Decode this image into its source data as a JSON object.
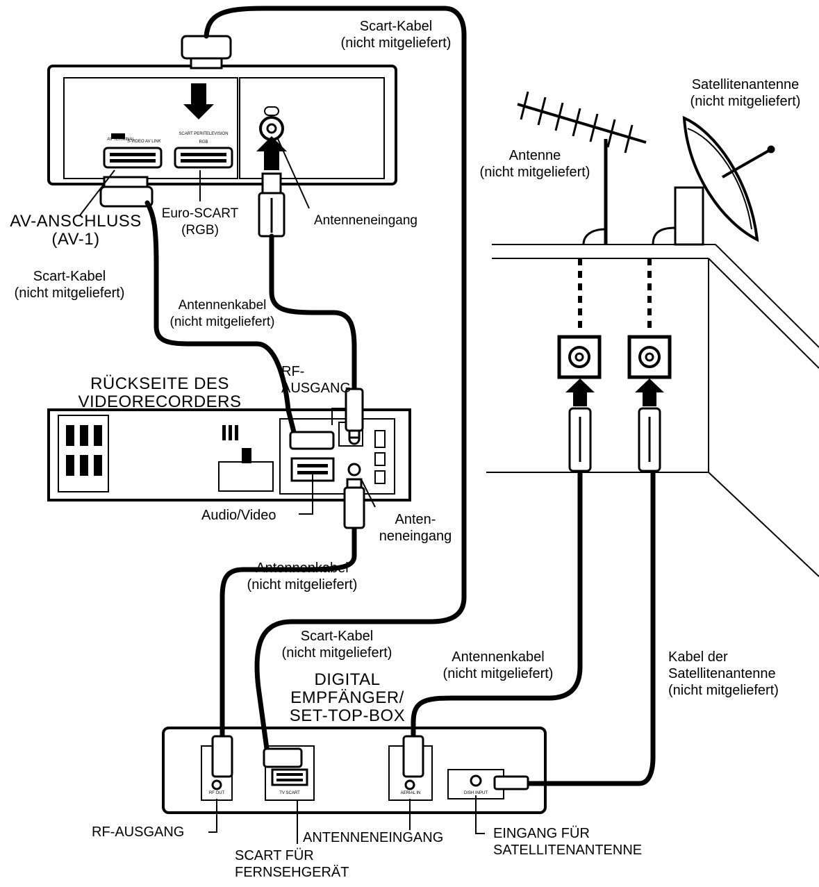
{
  "labels": {
    "scart_top": "Scart-Kabel\n(nicht mitgeliefert)",
    "satellite_antenna": "Satellitenantenne\n(nicht mitgeliefert)",
    "antenna": "Antenne\n(nicht mitgeliefert)",
    "av_anschluss": "AV-ANSCHLUSS\n(AV-1)",
    "euro_scart": "Euro-SCART\n(RGB)",
    "antenneneingang_tv": "Antenneneingang",
    "scart_left": "Scart-Kabel\n(nicht mitgeliefert)",
    "antennenkabel_1": "Antennenkabel\n(nicht mitgeliefert)",
    "rf_ausgang_vcr": "RF-\nAUSGANG",
    "vcr_back": "RÜCKSEITE DES\nVIDEORECORDERS",
    "audio_video": "Audio/Video",
    "antenneneingang_vcr": "Anten-\nneneingang",
    "antennenkabel_2": "Antennenkabel\n(nicht mitgeliefert)",
    "scart_bottom": "Scart-Kabel\n(nicht mitgeliefert)",
    "antennenkabel_3": "Antennenkabel\n(nicht mitgeliefert)",
    "sat_cable": "Kabel der\nSatellitenantenne\n(nicht mitgeliefert)",
    "digital_receiver": "DIGITAL\nEMPFÄNGER/\nSET-TOP-BOX",
    "rf_ausgang_stb": "RF-AUSGANG",
    "antenneneingang_stb": "ANTENNENEINGANG",
    "scart_tv": "SCART FÜR\nFERNSEHGERÄT",
    "sat_input": "EINGANG FÜR\nSATELLITENANTENNE"
  },
  "panel_text": {
    "av_terminal": "AV TERMINAL",
    "av_terminal_sub": "S-VIDEO AV LINK",
    "scart_peritelevision": "SCART PERITELEVISION",
    "rgb": "RGB",
    "rf_out": "RF OUT",
    "tv_scart": "TV SCART",
    "aerial_in": "AERIAL IN",
    "dish_input": "DISH INPUT"
  },
  "colors": {
    "line": "#000000",
    "background": "#ffffff",
    "panel": "#ffffff"
  }
}
